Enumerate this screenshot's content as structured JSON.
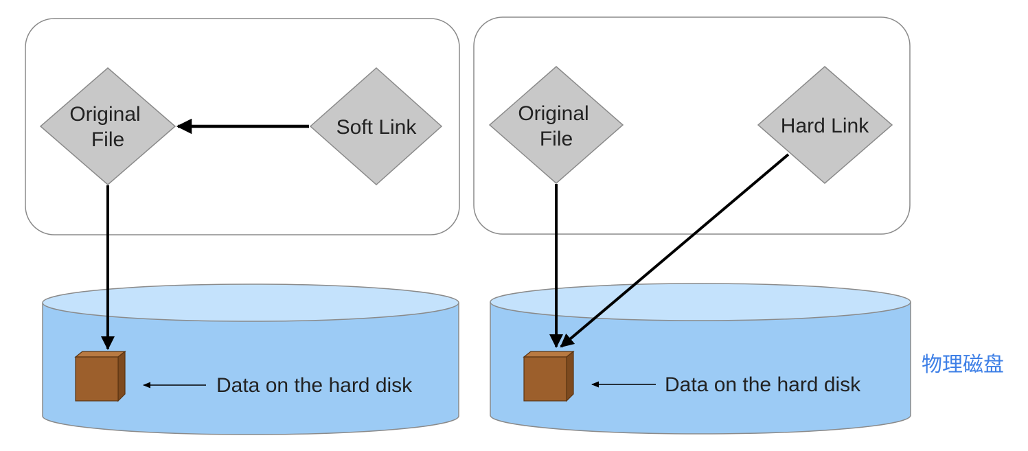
{
  "colors": {
    "diamond_fill": "#c8c8c8",
    "diamond_stroke": "#8a8a8a",
    "disk_top": "#c4e2fc",
    "disk_body": "#9ccbf5",
    "disk_stroke": "#8a8a8a",
    "box_front": "#9c5f2c",
    "box_top": "#b97a42",
    "box_side": "#7d4a1f",
    "arrow": "#000000",
    "annotation": "#3d7fe6"
  },
  "soft_link_panel": {
    "original_file_line1": "Original",
    "original_file_line2": "File",
    "link_label": "Soft Link",
    "disk_label": "Data on the hard disk"
  },
  "hard_link_panel": {
    "original_file_line1": "Original",
    "original_file_line2": "File",
    "link_label": "Hard Link",
    "disk_label": "Data on the hard disk"
  },
  "annotation": {
    "text": "物理磁盘"
  }
}
